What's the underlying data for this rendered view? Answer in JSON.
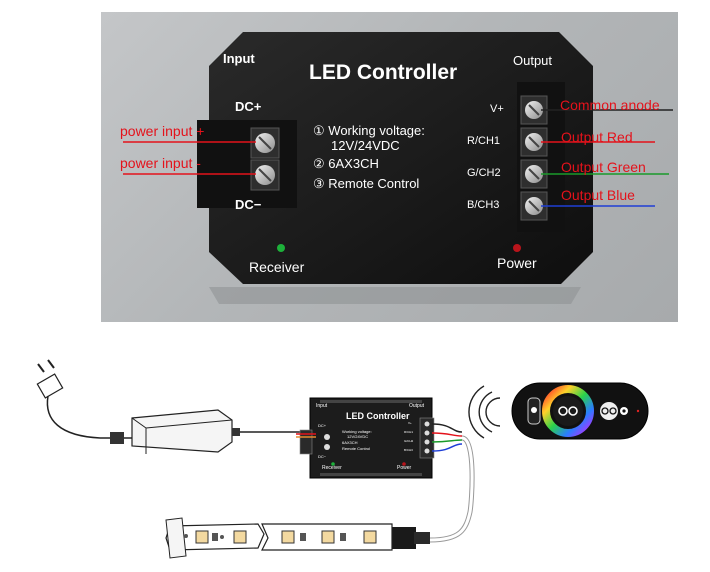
{
  "photo": {
    "input_label": "Input",
    "output_label": "Output",
    "title": "LED Controller",
    "dc_plus": "DC+",
    "dc_minus": "DC−",
    "spec1_num": "①",
    "spec1_line1": "Working voltage:",
    "spec1_line2": "12V/24VDC",
    "spec2_num": "②",
    "spec2": "6AX3CH",
    "spec3_num": "③",
    "spec3": "Remote Control",
    "receiver_label": "Receiver",
    "power_label": "Power",
    "terminal_labels": [
      "V+",
      "R/CH1",
      "G/CH2",
      "B/CH3"
    ],
    "annotations": {
      "power_input_plus": "power input +",
      "power_input_minus": "power input -",
      "common_anode": "Common anode",
      "output_red": "Output Red",
      "output_green": "Output Green",
      "output_blue": "Output Blue"
    }
  },
  "diagram": {
    "title": "LED Controller",
    "input_label": "Input",
    "output_label": "Output",
    "dc_plus": "DC+",
    "dc_minus": "DC−",
    "spec1": "Working voltage:",
    "spec1b": "12V/24VDC",
    "spec2": "6AX3CH",
    "spec3": "Remote Control",
    "receiver_label": "Receiver",
    "power_label": "Power",
    "terminal_labels": [
      "V+",
      "R/CH1",
      "G/CH2",
      "B/CH3"
    ]
  },
  "colors": {
    "annotation_red": "#e4121b",
    "wire_black": "#222222",
    "wire_red": "#e4121b",
    "wire_green": "#1a9a2a",
    "wire_blue": "#1f3fd6",
    "device_body": "#1c1c1c"
  }
}
